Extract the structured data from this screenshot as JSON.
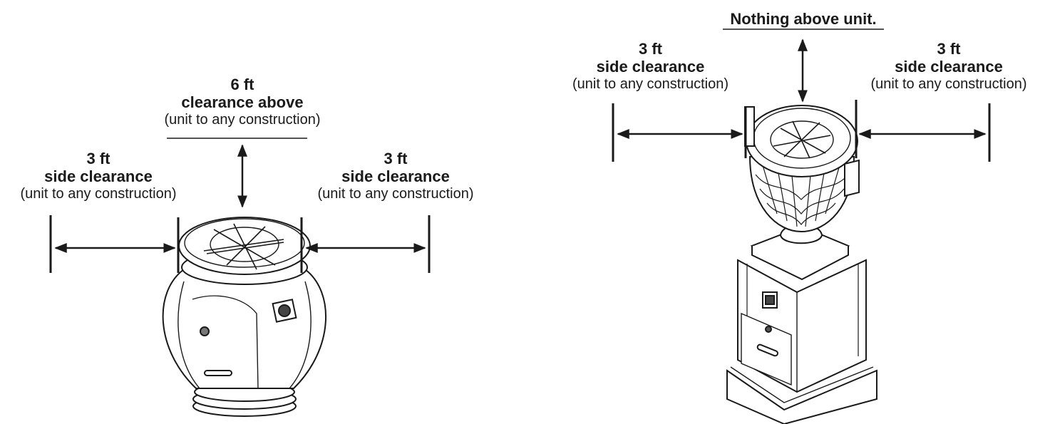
{
  "left_unit": {
    "top": {
      "distance": "6 ft",
      "title": "clearance above",
      "note": "(unit to any construction)"
    },
    "left": {
      "distance": "3 ft",
      "title": "side clearance",
      "note": "(unit to any construction)"
    },
    "right": {
      "distance": "3 ft",
      "title": "side clearance",
      "note": "(unit to any construction)"
    }
  },
  "right_unit": {
    "top": {
      "title": "Nothing above unit."
    },
    "left": {
      "distance": "3 ft",
      "title": "side clearance",
      "note": "(unit to any construction)"
    },
    "right": {
      "distance": "3 ft",
      "title": "side clearance",
      "note": "(unit to any construction)"
    }
  },
  "colors": {
    "line": "#1a1a1a",
    "background": "#ffffff"
  }
}
